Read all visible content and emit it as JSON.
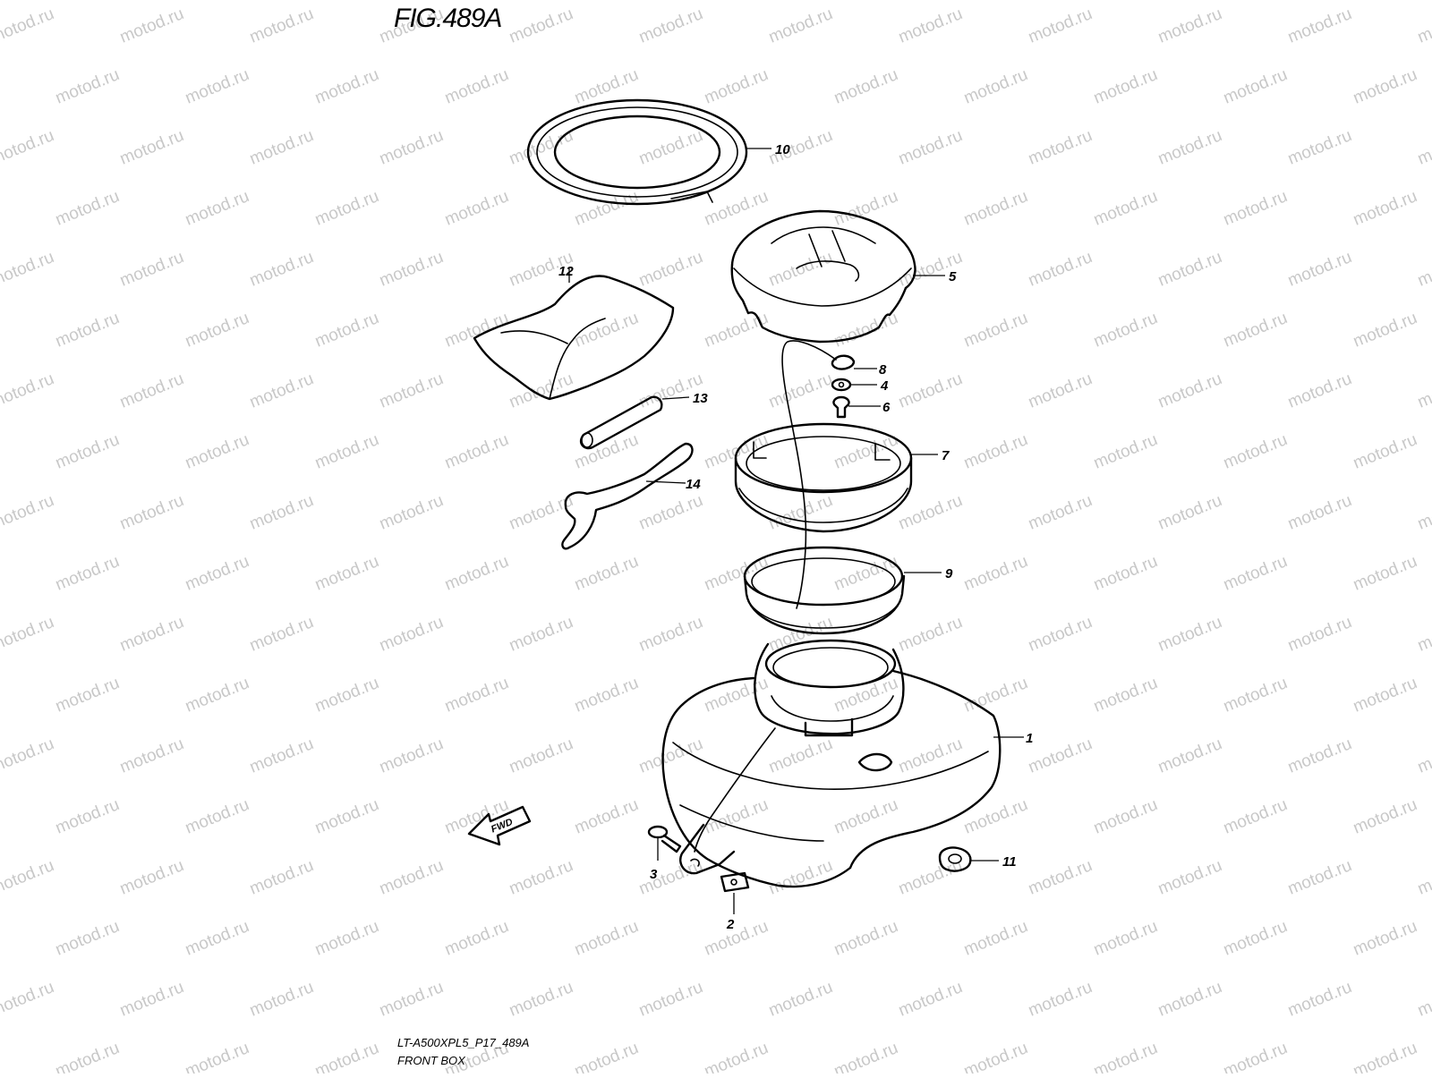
{
  "figure": {
    "title": "FIG.489A",
    "model_code": "LT-A500XPL5_P17_489A",
    "section_name": "FRONT BOX"
  },
  "watermark": {
    "text": "motod.ru",
    "color": "#c8c8c8"
  },
  "direction_marker": {
    "label": "FWD"
  },
  "callouts": [
    {
      "number": "1",
      "part": "front-box"
    },
    {
      "number": "2",
      "part": "nut-clip"
    },
    {
      "number": "3",
      "part": "screw"
    },
    {
      "number": "4",
      "part": "washer"
    },
    {
      "number": "5",
      "part": "cap"
    },
    {
      "number": "6",
      "part": "screw"
    },
    {
      "number": "7",
      "part": "ring"
    },
    {
      "number": "8",
      "part": "cord-terminal"
    },
    {
      "number": "9",
      "part": "gasket-ring"
    },
    {
      "number": "10",
      "part": "lid-seal"
    },
    {
      "number": "11",
      "part": "nut"
    },
    {
      "number": "12",
      "part": "tool-bag"
    },
    {
      "number": "13",
      "part": "rod"
    },
    {
      "number": "14",
      "part": "spanner"
    }
  ]
}
